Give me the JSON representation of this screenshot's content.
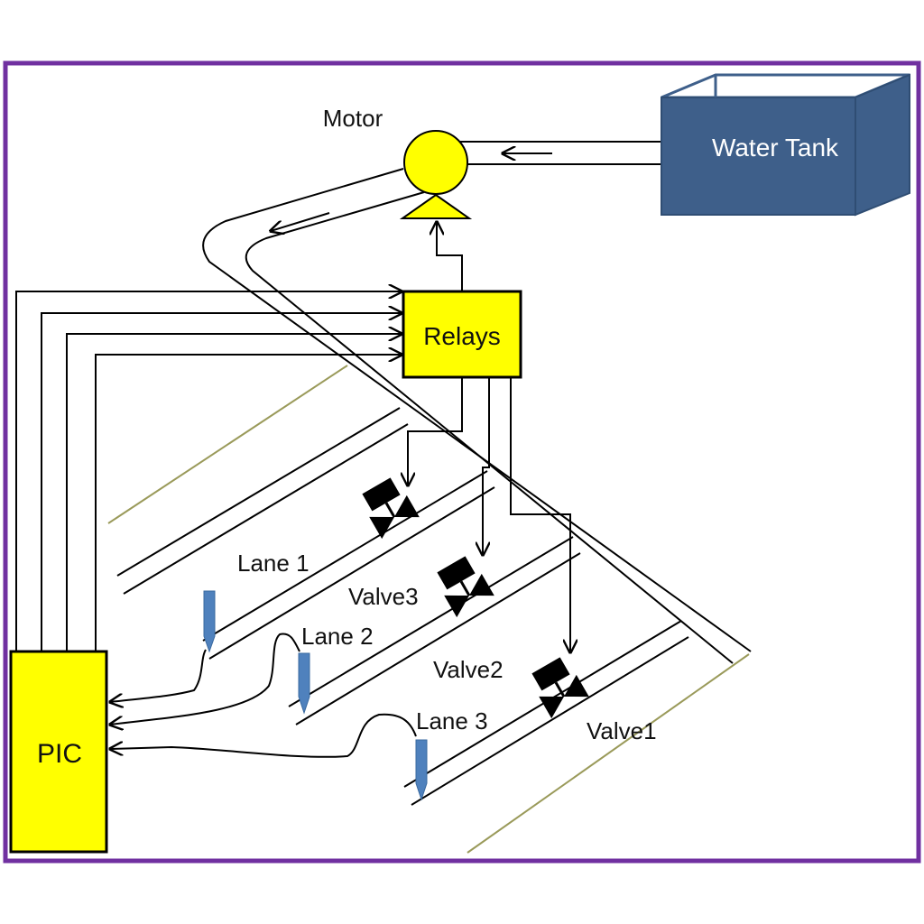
{
  "labels": {
    "motor": "Motor",
    "water_tank": "Water Tank",
    "relays": "Relays",
    "pic": "PIC",
    "lane1": "Lane 1",
    "lane2": "Lane 2",
    "lane3": "Lane 3",
    "valve1": "Valve1",
    "valve2": "Valve2",
    "valve3": "Valve3"
  },
  "colors": {
    "frame": "#7030a0",
    "yellow": "#ffff00",
    "tank": "#3e5f8a",
    "tank_text": "#ffffff",
    "sensor": "#4f81bd",
    "olive": "#9a9a5a",
    "line": "#000000"
  }
}
